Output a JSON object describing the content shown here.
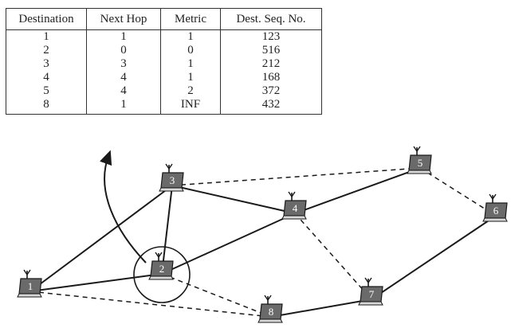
{
  "routing_table": {
    "headers": [
      "Destination",
      "Next Hop",
      "Metric",
      "Dest. Seq. No."
    ],
    "rows": [
      [
        "1",
        "1",
        "1",
        "123"
      ],
      [
        "2",
        "0",
        "0",
        "516"
      ],
      [
        "3",
        "3",
        "1",
        "212"
      ],
      [
        "4",
        "4",
        "1",
        "168"
      ],
      [
        "5",
        "4",
        "2",
        "372"
      ],
      [
        "8",
        "1",
        "INF",
        "432"
      ]
    ]
  },
  "network": {
    "nodes": [
      "1",
      "2",
      "3",
      "4",
      "5",
      "6",
      "7",
      "8"
    ],
    "active_links": [
      [
        "1",
        "3"
      ],
      [
        "1",
        "2"
      ],
      [
        "2",
        "3"
      ],
      [
        "2",
        "4"
      ],
      [
        "3",
        "4"
      ],
      [
        "4",
        "5"
      ],
      [
        "7",
        "6"
      ],
      [
        "8",
        "7"
      ]
    ],
    "inactive_links": [
      [
        "3",
        "5"
      ],
      [
        "5",
        "6"
      ],
      [
        "4",
        "7"
      ],
      [
        "2",
        "8"
      ],
      [
        "1",
        "8"
      ]
    ],
    "highlighted_node": "2"
  },
  "colors": {
    "line": "#1a1a1a",
    "node_fill": "#6a6a6a",
    "node_label": "#ffffff"
  }
}
